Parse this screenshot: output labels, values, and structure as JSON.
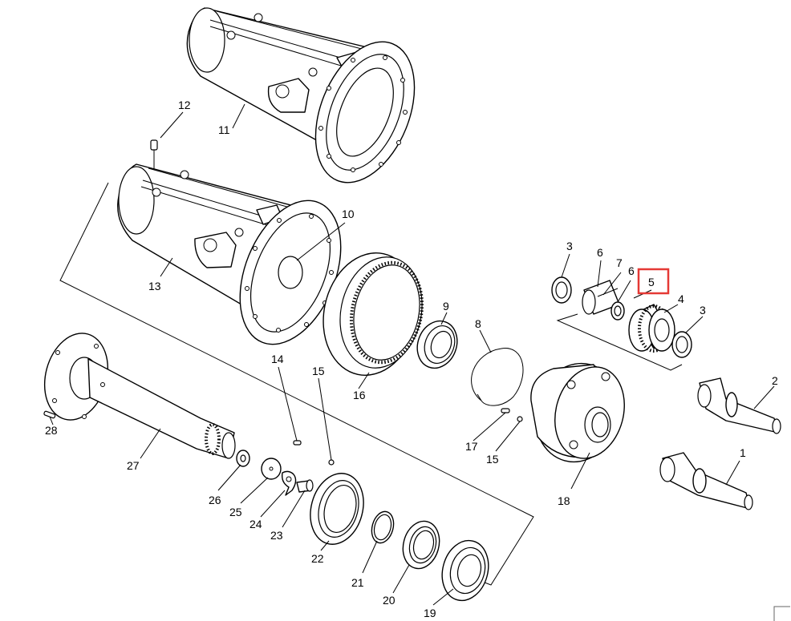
{
  "diagram": {
    "labels": {
      "p1": "1",
      "p2": "2",
      "p3a": "3",
      "p3b": "3",
      "p4": "4",
      "p5": "5",
      "p6a": "6",
      "p6b": "6",
      "p7": "7",
      "p8": "8",
      "p9": "9",
      "p10": "10",
      "p11": "11",
      "p12": "12",
      "p13": "13",
      "p14": "14",
      "p15a": "15",
      "p15b": "15",
      "p16": "16",
      "p17": "17",
      "p18": "18",
      "p19": "19",
      "p20": "20",
      "p21": "21",
      "p22": "22",
      "p23": "23",
      "p24": "24",
      "p25": "25",
      "p26": "26",
      "p27": "27",
      "p28": "28"
    },
    "highlighted_part": "5",
    "highlight_color": "#e53935",
    "line_color": "#000000"
  }
}
